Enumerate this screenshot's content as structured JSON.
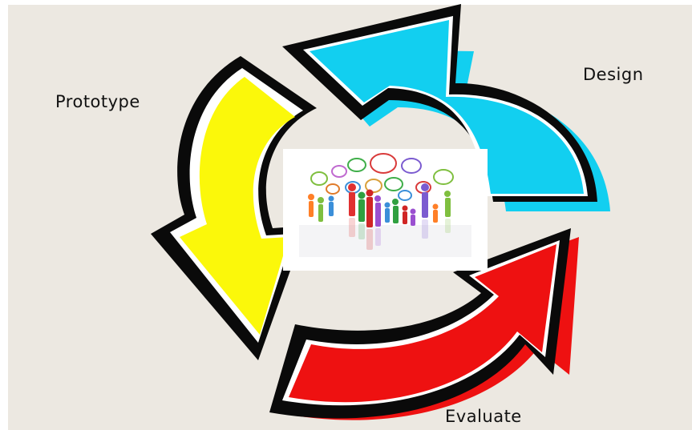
{
  "diagram": {
    "type": "cycle",
    "stages": [
      {
        "key": "design",
        "label": "Design",
        "color": "#12cff0"
      },
      {
        "key": "evaluate",
        "label": "Evaluate",
        "color": "#ee1111"
      },
      {
        "key": "prototype",
        "label": "Prototype",
        "color": "#fbf80a"
      }
    ],
    "center_image": "people-with-speech-bubbles-illustration"
  },
  "colors": {
    "background": "#ece8e1",
    "outline": "#0a0a0a"
  }
}
